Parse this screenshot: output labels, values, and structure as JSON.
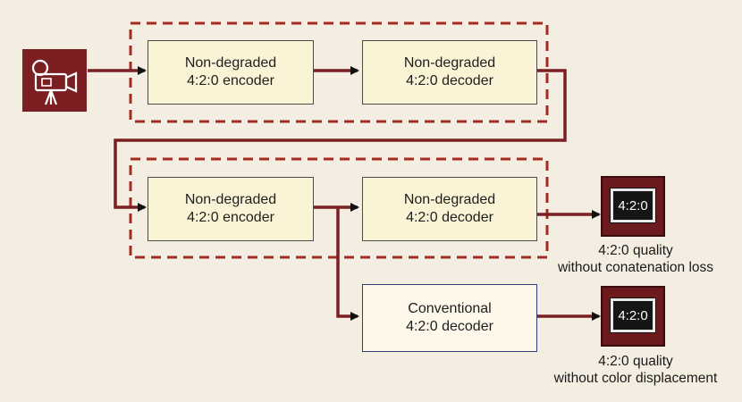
{
  "encoder_top": {
    "line1": "Non-degraded",
    "line2": "4:2:0 encoder"
  },
  "decoder_top": {
    "line1": "Non-degraded",
    "line2": "4:2:0 decoder"
  },
  "encoder_mid": {
    "line1": "Non-degraded",
    "line2": "4:2:0 encoder"
  },
  "decoder_mid": {
    "line1": "Non-degraded",
    "line2": "4:2:0 decoder"
  },
  "decoder_conv": {
    "line1": "Conventional",
    "line2": "4:2:0 decoder"
  },
  "monitor_top": {
    "screen": "4:2:0",
    "caption1": "4:2:0 quality",
    "caption2": "without conatenation loss"
  },
  "monitor_bottom": {
    "screen": "4:2:0",
    "caption1": "4:2:0 quality",
    "caption2": "without color displacement"
  },
  "colors": {
    "arrow": "#7b1f22",
    "dashed_frame": "#a32b24",
    "camera_bg": "#7b1f22",
    "monitor_bg": "#6d1a1e"
  },
  "icons": {
    "source": "video-camera-icon",
    "outputs": "monitor-icon"
  }
}
